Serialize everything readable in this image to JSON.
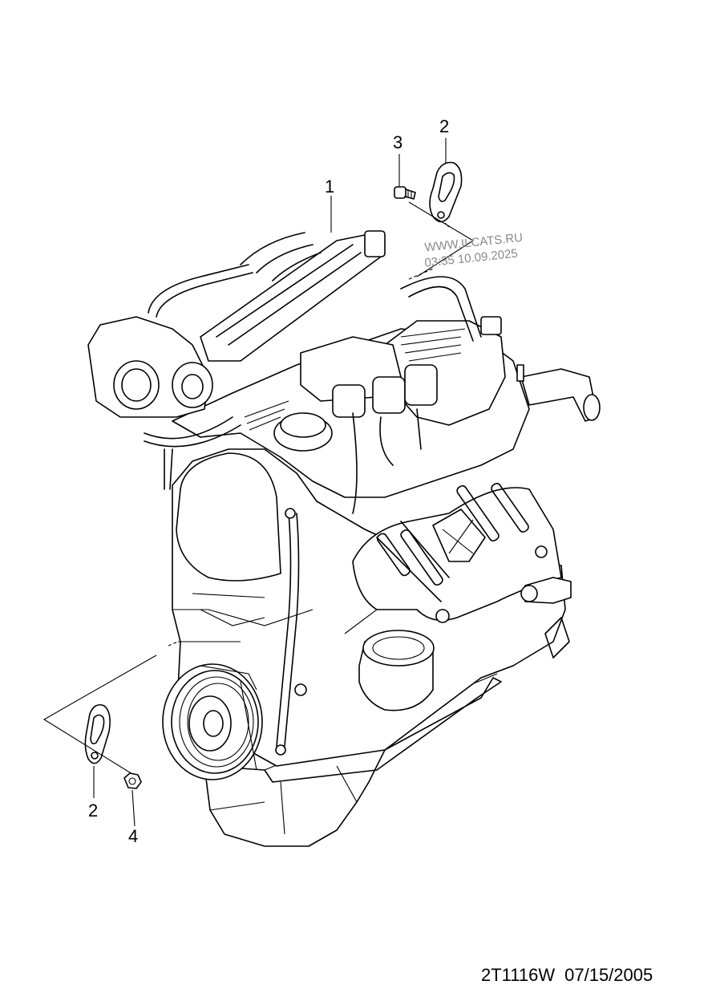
{
  "callouts": [
    {
      "id": "1",
      "label": "1"
    },
    {
      "id": "2a",
      "label": "2"
    },
    {
      "id": "3",
      "label": "3"
    },
    {
      "id": "2b",
      "label": "2"
    },
    {
      "id": "4",
      "label": "4"
    }
  ],
  "watermark": {
    "site": "WWW.ILCATS.RU",
    "timestamp": "03:35 10.09.2025"
  },
  "footer": {
    "drawing_code": "2T1116W",
    "date": "07/15/2005"
  }
}
